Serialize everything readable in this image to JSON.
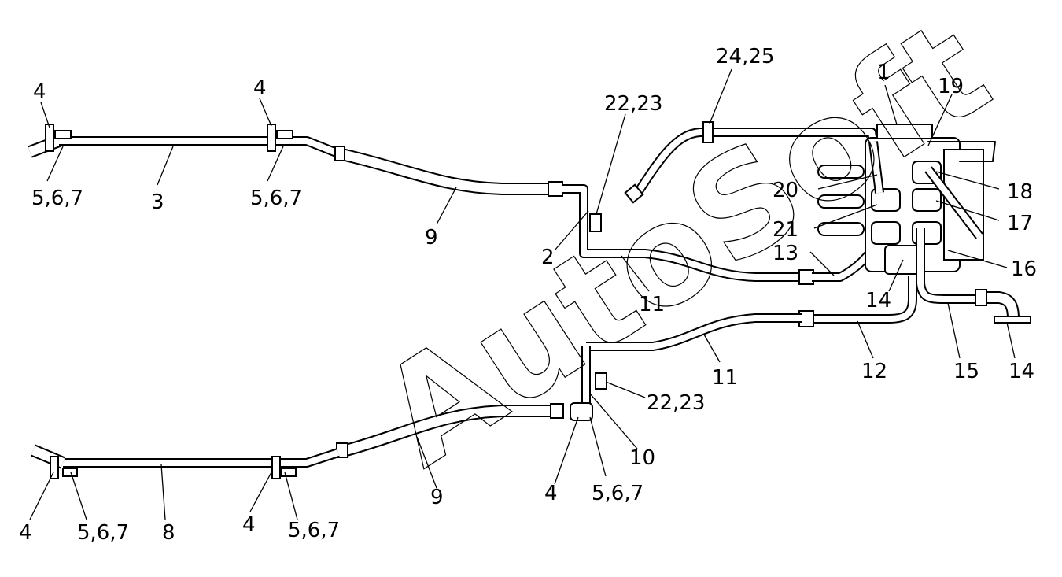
{
  "watermark": "AutoSoft",
  "labels": [
    "4",
    "4",
    "5,6,7",
    "3",
    "5,6,7",
    "9",
    "22,23",
    "2",
    "11",
    "24,25",
    "1",
    "19",
    "18",
    "17",
    "16",
    "20",
    "21",
    "13",
    "14",
    "12",
    "15",
    "14",
    "11",
    "22,23",
    "10",
    "9",
    "4",
    "5,6,7",
    "4",
    "5,6,7",
    "8",
    "4",
    "5,6,7"
  ]
}
